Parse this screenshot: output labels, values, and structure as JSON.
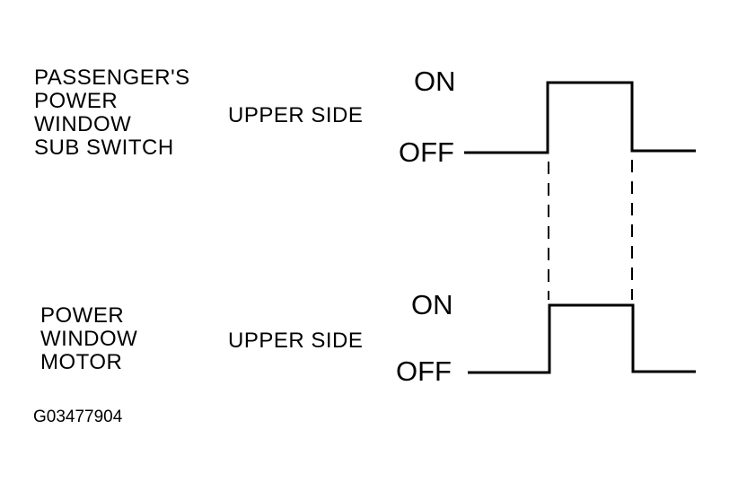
{
  "signal_1": {
    "name_lines": [
      "PASSENGER'S",
      "POWER",
      "WINDOW",
      "SUB SWITCH"
    ],
    "side": "UPPER SIDE",
    "on_label": "ON",
    "off_label": "OFF"
  },
  "signal_2": {
    "name_lines": [
      "POWER",
      "WINDOW",
      "MOTOR"
    ],
    "side": "UPPER SIDE",
    "on_label": "ON",
    "off_label": "OFF"
  },
  "figure_id": "G03477904",
  "colors": {
    "line": "#000000",
    "background": "#ffffff"
  }
}
